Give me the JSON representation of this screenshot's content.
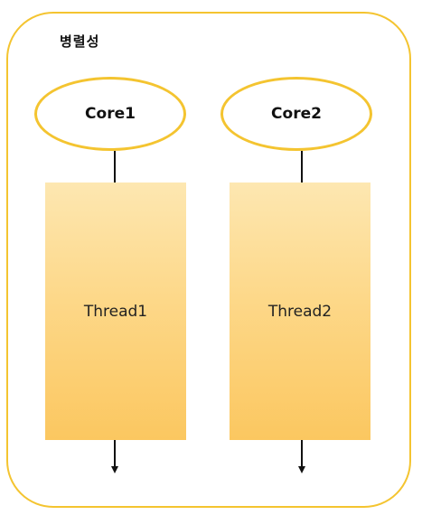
{
  "diagram": {
    "title": "병렬성",
    "cores": [
      {
        "label": "Core1"
      },
      {
        "label": "Core2"
      }
    ],
    "threads": [
      {
        "label": "Thread1"
      },
      {
        "label": "Thread2"
      }
    ],
    "colors": {
      "outline": "#f4c430",
      "thread_fill_top": "#fde7b1",
      "thread_fill_bottom": "#fbc760",
      "line": "#111111"
    }
  }
}
